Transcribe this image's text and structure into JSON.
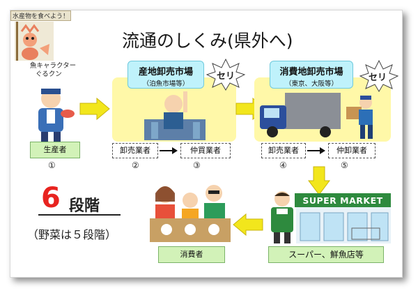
{
  "banner_text": "水産物を食べよう！",
  "character_label_1": "魚キャラクター",
  "character_label_2": "ぐるクン",
  "title": "流通のしくみ(県外へ)",
  "producer": {
    "label": "生産者",
    "number": "①"
  },
  "origin_market": {
    "title": "産地卸売市場",
    "subtitle": "（泊魚市場等）",
    "seri": "セリ",
    "wholesaler": {
      "label": "卸売業者",
      "number": "②"
    },
    "broker": {
      "label": "仲買業者",
      "number": "③"
    }
  },
  "consumer_market": {
    "title": "消費地卸売市場",
    "subtitle": "（東京、大阪等）",
    "seri": "セリ",
    "wholesaler": {
      "label": "卸売業者",
      "number": "④"
    },
    "broker": {
      "label": "仲卸業者",
      "number": "⑤"
    }
  },
  "supermarket": {
    "sign": "SUPER MARKET",
    "label": "スーパー、鮮魚店等"
  },
  "consumer": {
    "label": "消費者"
  },
  "stages": {
    "number": "6",
    "label": "段階",
    "note": "（野菜は５段階）"
  },
  "colors": {
    "arrow": "#f2e61c",
    "yellow_box": "#fff8a8",
    "cyan_label": "#bff2fb",
    "green_label": "#d2f2b8",
    "red": "#e8231f"
  }
}
